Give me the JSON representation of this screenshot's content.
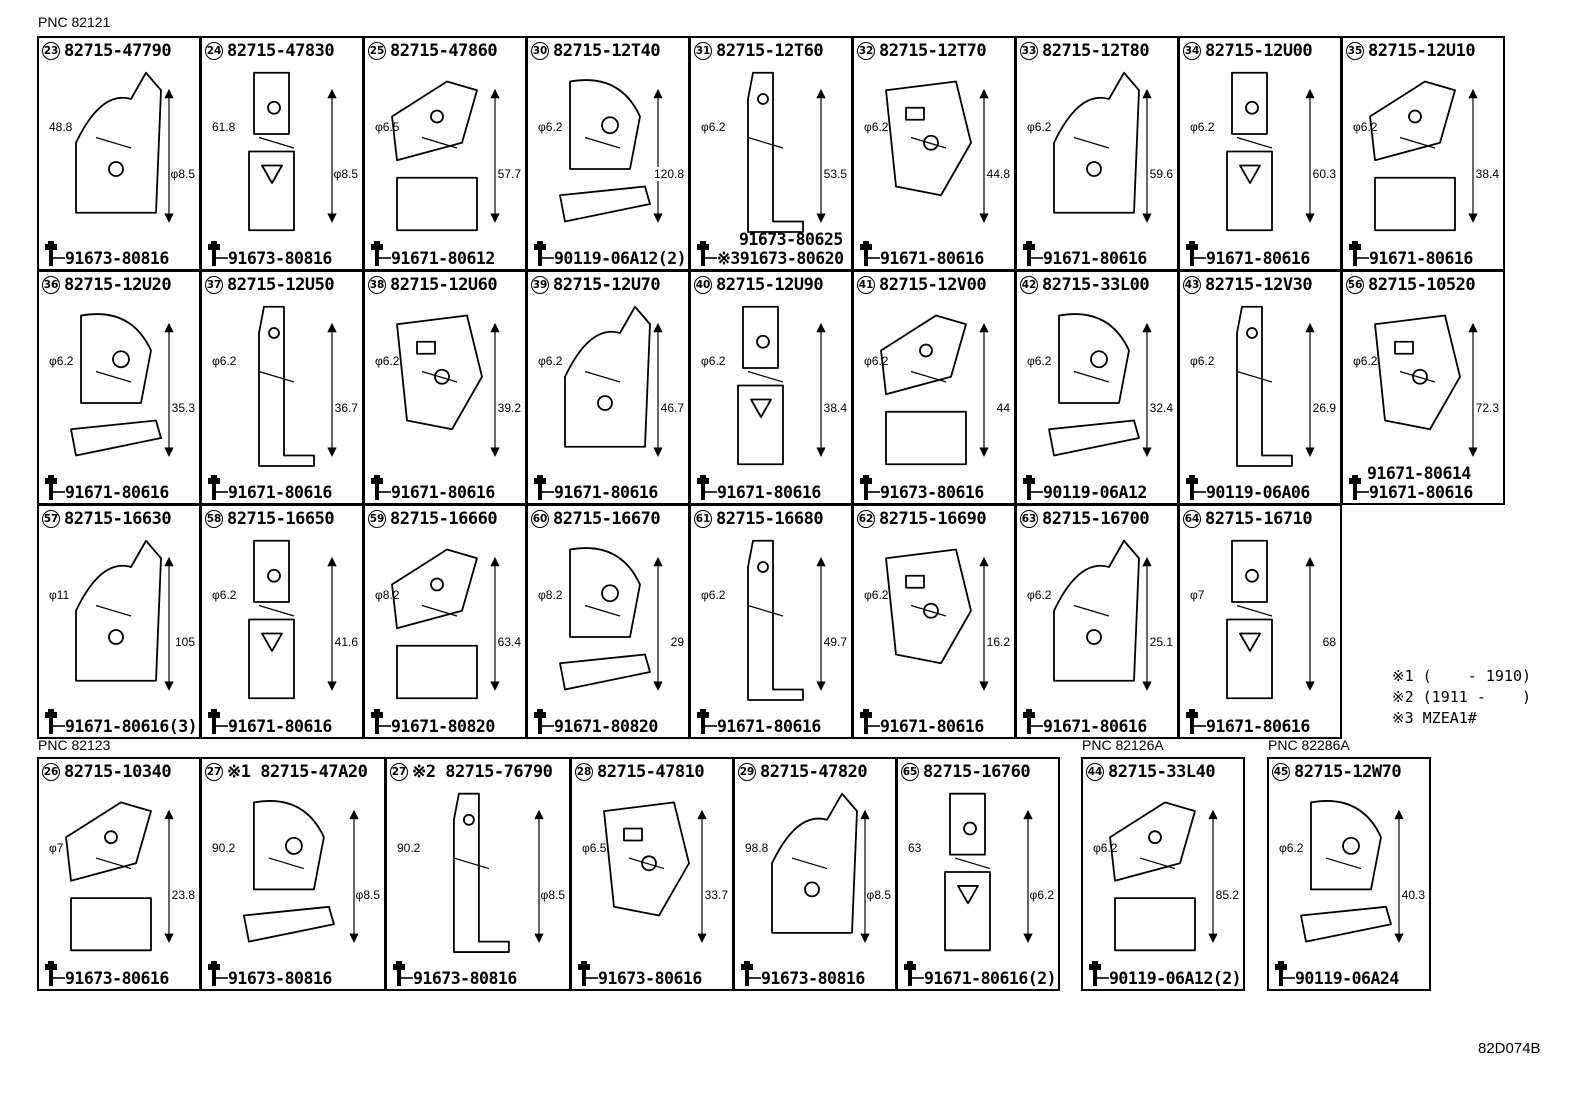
{
  "pnc_labels": [
    "PNC 82121",
    "PNC 82123",
    "PNC 82126A",
    "PNC 82286A"
  ],
  "cells": [
    {
      "num": "23",
      "pn": "82715-47790",
      "bolt": "91673-80816",
      "dims": [
        "48.8",
        "φ8.5"
      ]
    },
    {
      "num": "24",
      "pn": "82715-47830",
      "bolt": "91673-80816",
      "dims": [
        "61.8",
        "φ8.5"
      ]
    },
    {
      "num": "25",
      "pn": "82715-47860",
      "bolt": "91671-80612",
      "dims": [
        "φ6.5",
        "57.7"
      ]
    },
    {
      "num": "30",
      "pn": "82715-12T40",
      "bolt": "90119-06A12(2)",
      "dims": [
        "φ6.2",
        "120.8"
      ]
    },
    {
      "num": "31",
      "pn": "82715-12T60",
      "bolt": "91673-80625",
      "bolt2": "※391673-80620",
      "dims": [
        "φ6.2",
        "53.5"
      ]
    },
    {
      "num": "32",
      "pn": "82715-12T70",
      "bolt": "91671-80616",
      "dims": [
        "φ6.2",
        "44.8"
      ]
    },
    {
      "num": "33",
      "pn": "82715-12T80",
      "bolt": "91671-80616",
      "dims": [
        "φ6.2",
        "59.6"
      ]
    },
    {
      "num": "34",
      "pn": "82715-12U00",
      "bolt": "91671-80616",
      "dims": [
        "φ6.2",
        "60.3"
      ]
    },
    {
      "num": "35",
      "pn": "82715-12U10",
      "bolt": "91671-80616",
      "dims": [
        "φ6.2",
        "38.4"
      ]
    },
    {
      "num": "36",
      "pn": "82715-12U20",
      "bolt": "91671-80616",
      "dims": [
        "φ6.2",
        "35.3"
      ]
    },
    {
      "num": "37",
      "pn": "82715-12U50",
      "bolt": "91671-80616",
      "dims": [
        "φ6.2",
        "36.7"
      ]
    },
    {
      "num": "38",
      "pn": "82715-12U60",
      "bolt": "91671-80616",
      "dims": [
        "φ6.2",
        "39.2"
      ]
    },
    {
      "num": "39",
      "pn": "82715-12U70",
      "bolt": "91671-80616",
      "dims": [
        "φ6.2",
        "46.7"
      ]
    },
    {
      "num": "40",
      "pn": "82715-12U90",
      "bolt": "91671-80616",
      "dims": [
        "φ6.2",
        "38.4"
      ]
    },
    {
      "num": "41",
      "pn": "82715-12V00",
      "bolt": "91673-80616",
      "dims": [
        "φ6.2",
        "44"
      ]
    },
    {
      "num": "42",
      "pn": "82715-33L00",
      "bolt": "90119-06A12",
      "dims": [
        "φ6.2",
        "32.4"
      ]
    },
    {
      "num": "43",
      "pn": "82715-12V30",
      "bolt": "90119-06A06",
      "dims": [
        "φ6.2",
        "26.9"
      ]
    },
    {
      "num": "56",
      "pn": "82715-10520",
      "bolt": "91671-80614",
      "bolt2": "91671-80616",
      "dims": [
        "φ6.2",
        "72.3"
      ]
    },
    {
      "num": "57",
      "pn": "82715-16630",
      "bolt": "91671-80616(3)",
      "dims": [
        "φ11",
        "105"
      ]
    },
    {
      "num": "58",
      "pn": "82715-16650",
      "bolt": "91671-80616",
      "dims": [
        "φ6.2",
        "41.6"
      ]
    },
    {
      "num": "59",
      "pn": "82715-16660",
      "bolt": "91671-80820",
      "dims": [
        "φ8.2",
        "63.4"
      ]
    },
    {
      "num": "60",
      "pn": "82715-16670",
      "bolt": "91671-80820",
      "dims": [
        "φ8.2",
        "29"
      ]
    },
    {
      "num": "61",
      "pn": "82715-16680",
      "bolt": "91671-80616",
      "dims": [
        "φ6.2",
        "49.7"
      ]
    },
    {
      "num": "62",
      "pn": "82715-16690",
      "bolt": "91671-80616",
      "dims": [
        "φ6.2",
        "16.2"
      ]
    },
    {
      "num": "63",
      "pn": "82715-16700",
      "bolt": "91671-80616",
      "dims": [
        "φ6.2",
        "25.1"
      ]
    },
    {
      "num": "64",
      "pn": "82715-16710",
      "bolt": "91671-80616",
      "dims": [
        "φ7",
        "68"
      ]
    },
    {
      "num": "26",
      "pn": "82715-10340",
      "bolt": "91673-80616",
      "dims": [
        "φ7",
        "23.8"
      ]
    },
    {
      "num": "27",
      "pn": "※1 82715-47A20",
      "bolt": "91673-80816",
      "dims": [
        "90.2",
        "φ8.5"
      ]
    },
    {
      "num": "27",
      "pn": "※2 82715-76790",
      "bolt": "91673-80816",
      "dims": [
        "90.2",
        "φ8.5"
      ]
    },
    {
      "num": "28",
      "pn": "82715-47810",
      "bolt": "91673-80616",
      "dims": [
        "φ6.5",
        "33.7"
      ]
    },
    {
      "num": "29",
      "pn": "82715-47820",
      "bolt": "91673-80816",
      "dims": [
        "98.8",
        "φ8.5"
      ]
    },
    {
      "num": "65",
      "pn": "82715-16760",
      "bolt": "91671-80616(2)",
      "dims": [
        "63",
        "φ6.2"
      ]
    },
    {
      "num": "44",
      "pn": "82715-33L40",
      "bolt": "90119-06A12(2)",
      "dims": [
        "φ6.2",
        "85.2"
      ]
    },
    {
      "num": "45",
      "pn": "82715-12W70",
      "bolt": "90119-06A24",
      "dims": [
        "φ6.2",
        "40.3"
      ]
    }
  ],
  "notes": [
    "※1 (    - 1910)",
    "※2 (1911 -    )",
    "※3 MZEA1#"
  ],
  "drawing_code": "82D074B"
}
